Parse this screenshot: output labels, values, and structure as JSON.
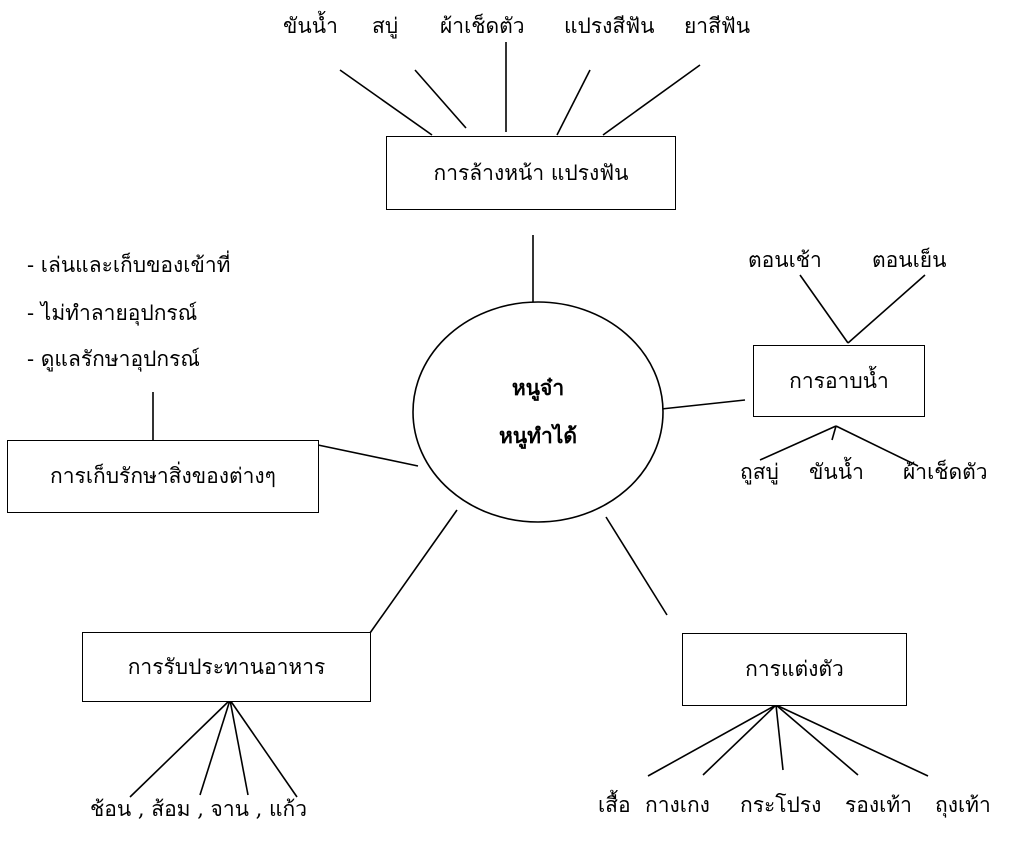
{
  "center": {
    "line1": "หนูจ๋า",
    "line2": "หนูทำได้"
  },
  "nodes": {
    "wash": {
      "label": "การล้างหน้า แปรงฟัน",
      "items": [
        "ขันน้ำ",
        "สบู่",
        "ผ้าเช็ดตัว",
        "แปรงสีฟัน",
        "ยาสีฟัน"
      ]
    },
    "bath": {
      "label": "การอาบน้ำ",
      "times": [
        "ตอนเช้า",
        "ตอนเย็น"
      ],
      "items": [
        "ถูสบู่",
        "ขันน้ำ",
        "ผ้าเช็ดตัว"
      ]
    },
    "store": {
      "label": "การเก็บรักษาสิ่งของต่างๆ",
      "notes": [
        "- เล่นและเก็บของเข้าที่",
        "- ไม่ทำลายอุปกรณ์",
        "- ดูแลรักษาอุปกรณ์"
      ]
    },
    "dress": {
      "label": "การแต่งตัว",
      "items": [
        "เสื้อ",
        "กางเกง",
        "กระโปรง",
        "รองเท้า",
        "ถุงเท้า"
      ]
    },
    "eat": {
      "label": "การรับประทานอาหาร",
      "items": "ช้อน , ส้อม , จาน , แก้ว"
    }
  }
}
